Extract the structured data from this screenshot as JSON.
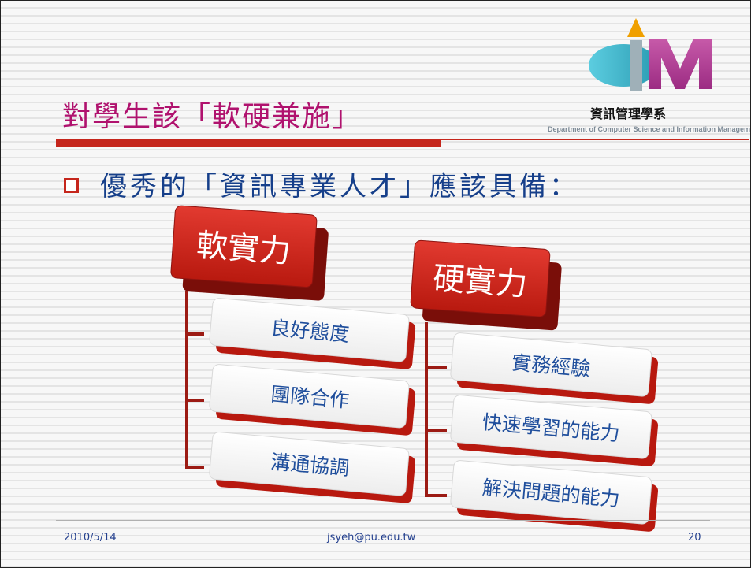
{
  "slide": {
    "title": "對學生該「軟硬兼施」",
    "bullet": "優秀的「資訊專業人才」應該具備：",
    "logo": {
      "mark_letters": "IM",
      "name": "資訊管理學系",
      "subtitle": "Department of Computer Science and Information Management"
    },
    "diagram": {
      "soft": {
        "heading": "軟實力",
        "items": [
          "良好態度",
          "團隊合作",
          "溝通協調"
        ]
      },
      "hard": {
        "heading": "硬實力",
        "items": [
          "實務經驗",
          "快速學習的能力",
          "解決問題的能力"
        ]
      }
    },
    "footer": {
      "date": "2010/5/14",
      "email": "jsyeh@pu.edu.tw",
      "page": "20"
    },
    "colors": {
      "title": "#b0126e",
      "accent_red": "#c5261c",
      "bullet_text": "#163f8a",
      "item_text": "#1f4e9c",
      "logo_cyan": "#38b6c6",
      "logo_magenta": "#b8419a",
      "logo_orange": "#f0a000"
    }
  }
}
